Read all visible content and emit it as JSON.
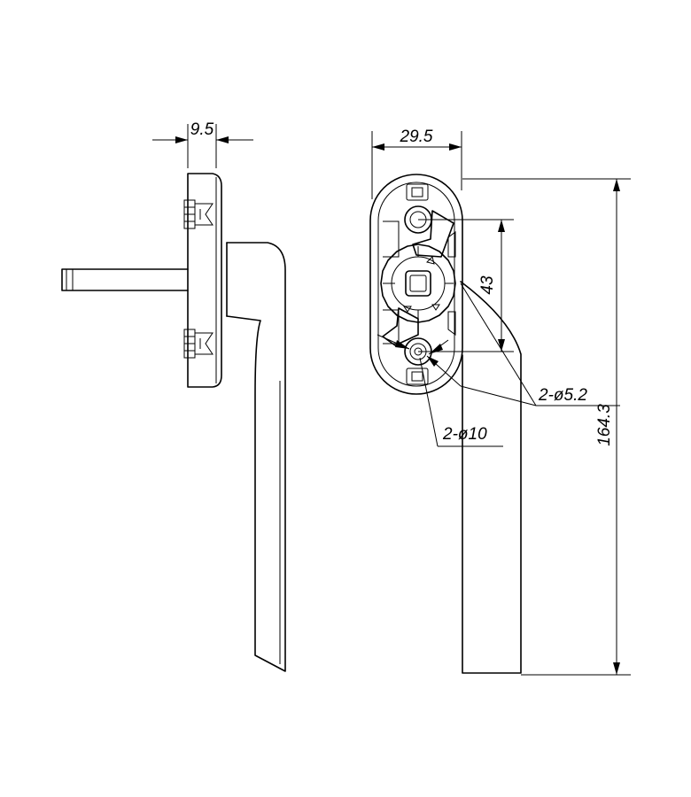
{
  "dimensions": {
    "side_thickness": "9.5",
    "front_width": "29.5",
    "hole_spacing": "43",
    "total_height": "164.3",
    "small_holes": "2-ø5.2",
    "large_holes": "2-ø10"
  }
}
